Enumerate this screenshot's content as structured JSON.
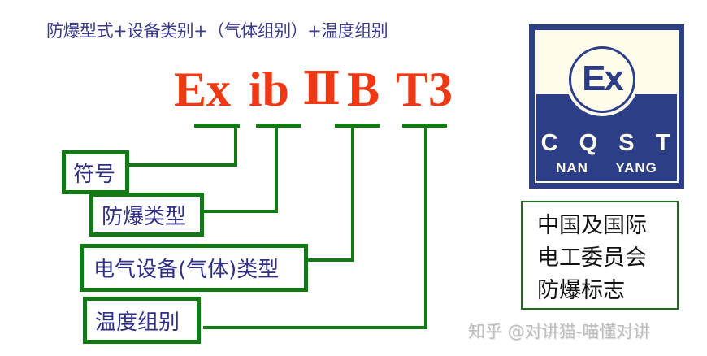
{
  "subtitle": "防爆型式+设备类别+（气体组别）+温度组别",
  "marking": {
    "parts": [
      "Ex",
      "ib",
      "Ⅱ",
      "B",
      "T3"
    ],
    "color": "#ee3a14"
  },
  "labels": [
    {
      "text": "符号",
      "points_to": "Ex"
    },
    {
      "text": "防爆类型",
      "points_to": "ib"
    },
    {
      "text": "电气设备(气体)类型",
      "points_to": "B"
    },
    {
      "text": "温度组别",
      "points_to": "T3"
    }
  ],
  "logo": {
    "emblem": "Ex",
    "line1": "C Q S T",
    "line2": "NAN YANG",
    "color": "#2c3f86"
  },
  "note": {
    "lines": [
      "中国及国际",
      "电工委员会",
      "防爆标志"
    ]
  },
  "watermark": "知乎 @对讲猫-喵懂对讲",
  "colors": {
    "connector": "#127a12",
    "label_text": "#2f2f86",
    "subtitle": "#3a3a8c"
  }
}
